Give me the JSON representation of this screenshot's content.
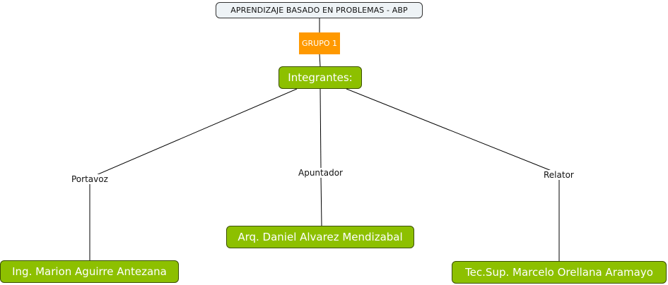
{
  "diagram": {
    "root": {
      "label": "APRENDIZAJE BASADO EN PROBLEMAS - ABP"
    },
    "group": {
      "label": "GRUPO 1"
    },
    "hub": {
      "label": "Integrantes:"
    },
    "roles": [
      {
        "role": "Portavoz",
        "member": "Ing. Marion Aguirre Antezana"
      },
      {
        "role": "Apuntador",
        "member": "Arq. Daniel Alvarez Mendizabal"
      },
      {
        "role": "Relator",
        "member": "Tec.Sup. Marcelo Orellana Aramayo"
      }
    ],
    "colors": {
      "root_fill": "#eef3f6",
      "group_fill": "#ff9900",
      "node_fill": "#8dc000",
      "line": "#000000"
    }
  }
}
